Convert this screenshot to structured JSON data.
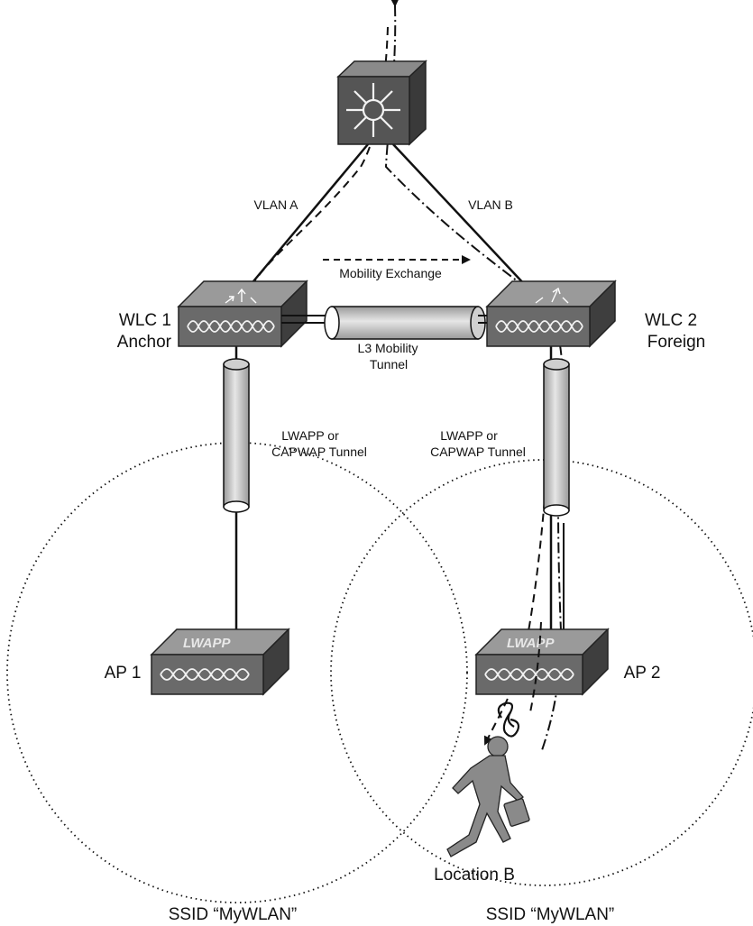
{
  "labels": {
    "vlan_a": "VLAN A",
    "vlan_b": "VLAN B",
    "mobility_exchange": "Mobility Exchange",
    "wlc1_line1": "WLC 1",
    "wlc1_line2": "Anchor",
    "wlc2_line1": "WLC 2",
    "wlc2_line2": "Foreign",
    "l3_tunnel_line1": "L3 Mobility",
    "l3_tunnel_line2": "Tunnel",
    "tunnel_left_line1": "LWAPP or",
    "tunnel_left_line2": "CAPWAP Tunnel",
    "tunnel_right_line1": "LWAPP or",
    "tunnel_right_line2": "CAPWAP Tunnel",
    "ap1": "AP 1",
    "ap2": "AP 2",
    "ap1_badge": "LWAPP",
    "ap2_badge": "LWAPP",
    "location": "Location B",
    "ssid_left": "SSID “MyWLAN”",
    "ssid_right": "SSID “MyWLAN”"
  },
  "colors": {
    "device_dark": "#4a4a4a",
    "device_top": "#8c8c8c",
    "device_front": "#6e6e6e",
    "tunnel_fill": "#d4d4d4",
    "person": "#8a8a8a"
  },
  "icons": [
    "router-icon",
    "wlc-icon",
    "access-point-icon",
    "tunnel-icon",
    "person-icon",
    "wireless-signal-icon"
  ]
}
